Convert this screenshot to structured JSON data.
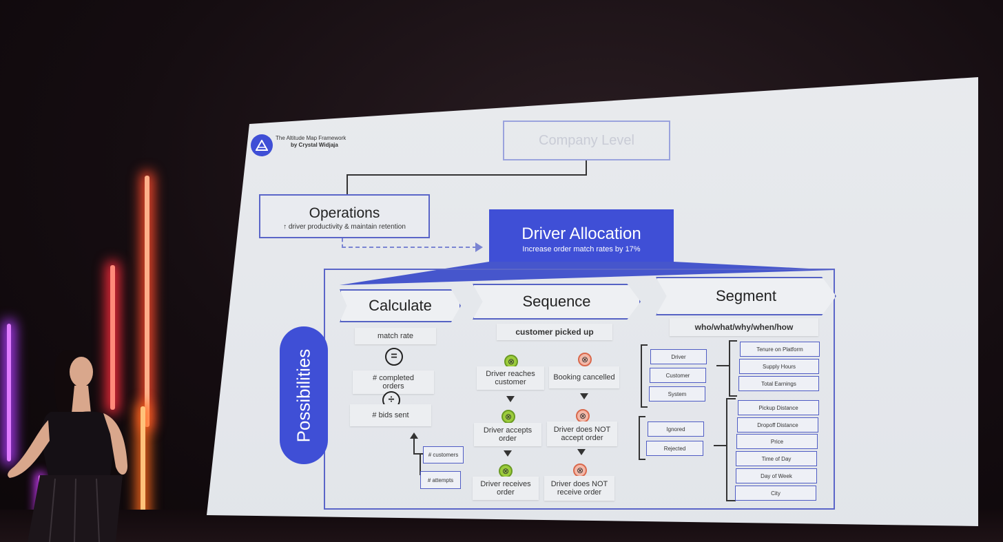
{
  "framework": {
    "title": "The Altitude Map Framework",
    "author": "by Crystal Widjaja"
  },
  "company_level": "Company Level",
  "operations": {
    "title": "Operations",
    "subtitle": "↑ driver productivity & maintain retention"
  },
  "driver_allocation": {
    "title": "Driver Allocation",
    "subtitle": "Increase order match rates by 17%"
  },
  "possibilities": "Possibilities",
  "columns": {
    "calculate": "Calculate",
    "sequence": "Sequence",
    "segment": "Segment"
  },
  "calculate": {
    "metric": "match rate",
    "equals": "=",
    "numerator": "# completed orders",
    "divide": "÷",
    "denominator": "# bids sent",
    "inputs": [
      "# customers",
      "# attempts"
    ]
  },
  "sequence": {
    "header": "customer picked up",
    "success": [
      "Driver reaches customer",
      "Driver accepts order",
      "Driver receives order"
    ],
    "failure": [
      "Booking cancelled",
      "Driver does NOT accept order",
      "Driver does NOT receive order"
    ]
  },
  "segment": {
    "header": "who/what/why/when/how",
    "who": [
      "Driver",
      "Customer",
      "System"
    ],
    "why": [
      "Ignored",
      "Rejected"
    ],
    "attributes_a": [
      "Tenure on Platform",
      "Supply Hours",
      "Total Earnings"
    ],
    "attributes_b": [
      "Pickup Distance",
      "Dropoff Distance",
      "Price",
      "Time of Day",
      "Day of Week",
      "City"
    ]
  },
  "colors": {
    "accent": "#3f4fd6",
    "success": "#9ccc3c",
    "failure": "#e8866b"
  },
  "icons": [
    "altitude-logo-icon",
    "check-circle-icon",
    "cross-circle-icon",
    "down-arrow-icon"
  ]
}
